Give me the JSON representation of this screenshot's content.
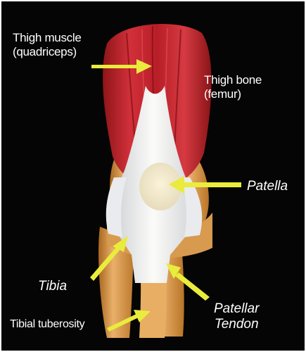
{
  "labels": {
    "thigh_muscle": [
      "Thigh muscle",
      "(quadriceps)"
    ],
    "thigh_bone": [
      "Thigh bone",
      "(femur)"
    ],
    "patella": "Patella",
    "tibia": "Tibia",
    "tibial_tuberosity": "Tibial tuberosity",
    "patellar_tendon": [
      "Patellar",
      "Tendon"
    ]
  },
  "colors": {
    "background": "#050505",
    "frame": "#ffffff",
    "muscle": "#c8262e",
    "tendon": "#f2f0ea",
    "bone": "#e0a65a",
    "arrow": "#e9ec3c",
    "text": "#ffffff"
  }
}
